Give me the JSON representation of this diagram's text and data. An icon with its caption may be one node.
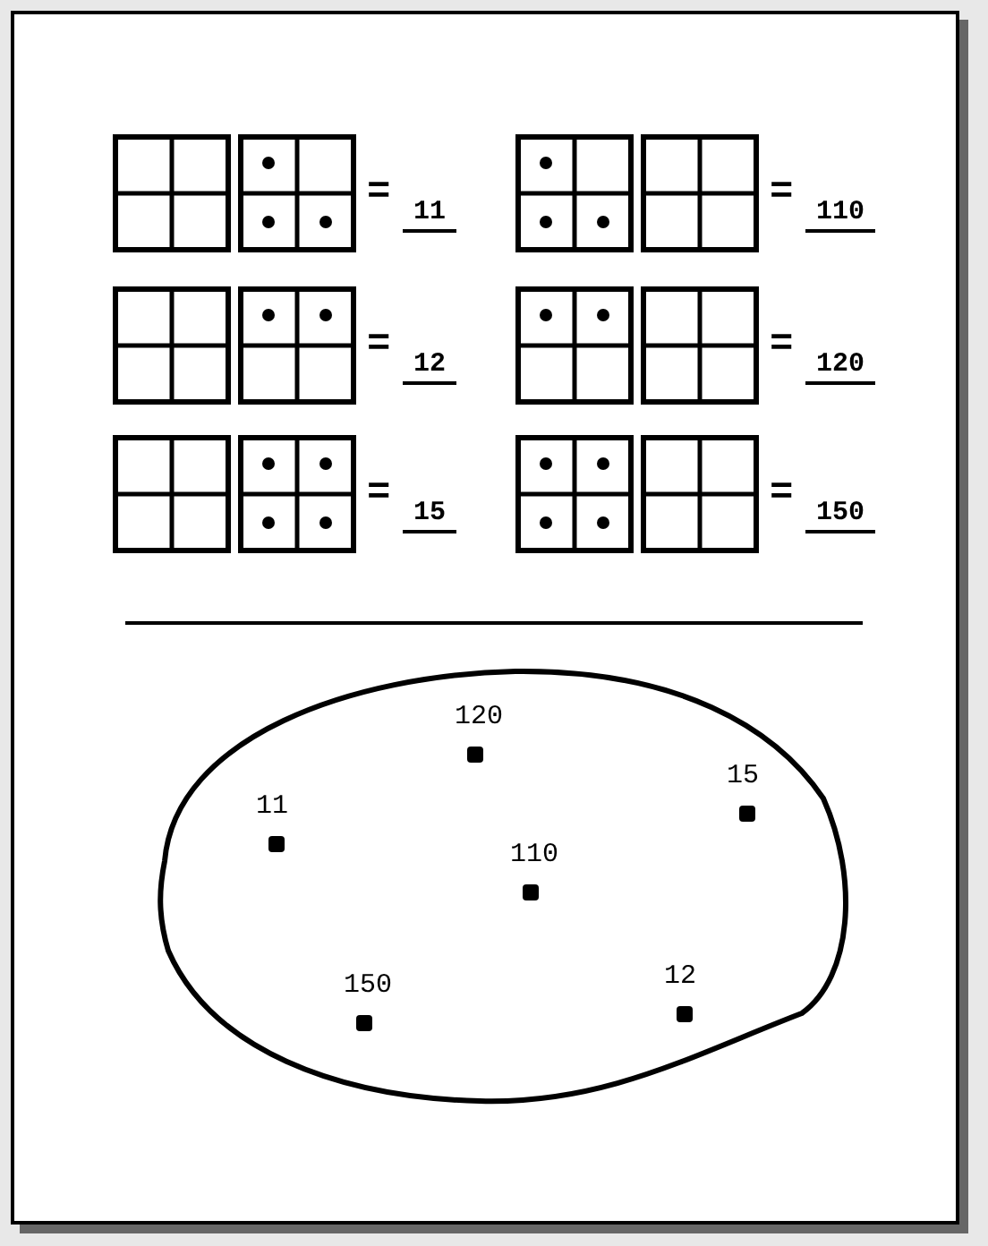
{
  "diagram": {
    "nodes": [
      {
        "text": [
          "120",
          "15",
          "11",
          "110",
          "150",
          "12"
        ]
      }
    ],
    "labels": [
      "=",
      "11",
      "=",
      "110",
      "=",
      "12",
      "=",
      "120",
      "=",
      "15",
      "=",
      "150"
    ]
  }
}
